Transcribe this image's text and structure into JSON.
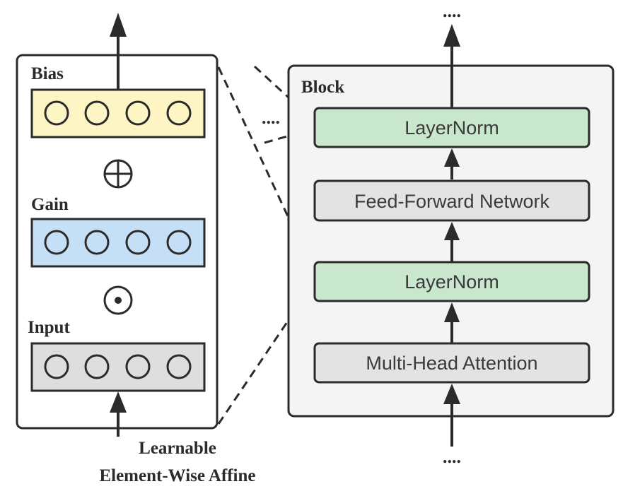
{
  "left_panel": {
    "bias_label": "Bias",
    "gain_label": "Gain",
    "input_label": "Input",
    "add_operator": "⊕",
    "multiply_operator": "⊙",
    "caption_line1": "Learnable",
    "caption_line2": "Element-Wise Affine"
  },
  "block": {
    "title": "Block",
    "layers": [
      "LayerNorm",
      "Feed-Forward Network",
      "LayerNorm",
      "Multi-Head Attention"
    ],
    "top_ellipsis": "....",
    "bottom_ellipsis": "....",
    "side_ellipsis": "...."
  },
  "colors": {
    "bias_fill": "#fdf5c4",
    "gain_fill": "#c4dff6",
    "input_fill": "#dedede",
    "layernorm_fill": "#c9e7cc",
    "block_layer_fill": "#e3e3e3",
    "block_bg": "#f4f4f4",
    "stroke": "#2b2b2b"
  }
}
